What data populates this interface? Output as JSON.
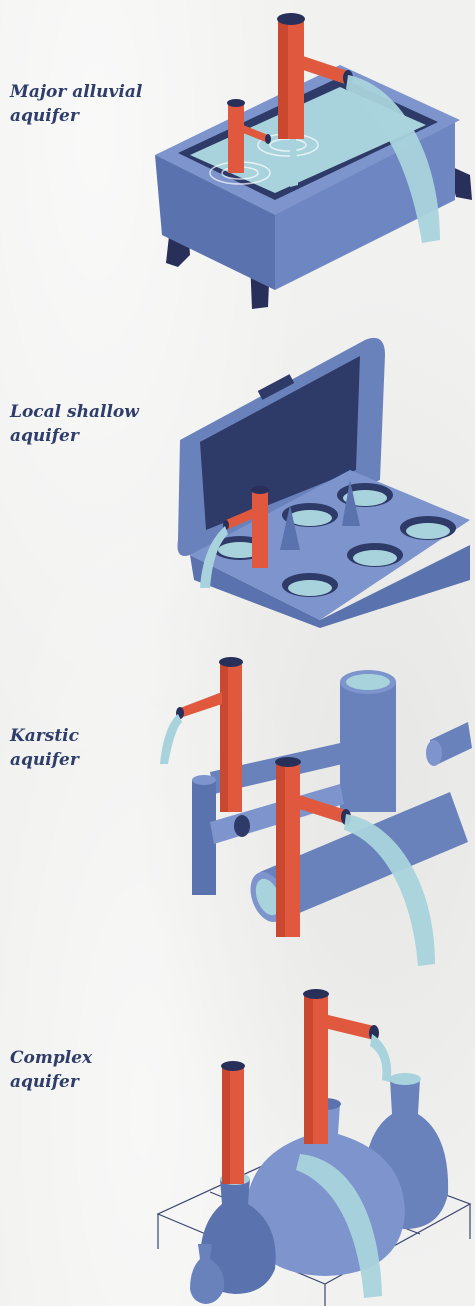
{
  "colors": {
    "background": "#f1f1f0",
    "label": "#2f3d6a",
    "container_blue": "#6a82bb",
    "container_dark": "#34406e",
    "water": "#a9d3dc",
    "tap_red": "#e0593f",
    "legs_navy": "#28305a"
  },
  "aquifers": [
    {
      "id": "major-alluvial",
      "line1": "Major alluvial",
      "line2": "aquifer",
      "icon": "bathtub-icon"
    },
    {
      "id": "local-shallow",
      "line1": "Local shallow",
      "line2": "aquifer",
      "icon": "egg-carton-icon"
    },
    {
      "id": "karstic",
      "line1": "Karstic",
      "line2": "aquifer",
      "icon": "pipes-icon"
    },
    {
      "id": "complex",
      "line1": "Complex",
      "line2": "aquifer",
      "icon": "vessels-icon"
    }
  ]
}
